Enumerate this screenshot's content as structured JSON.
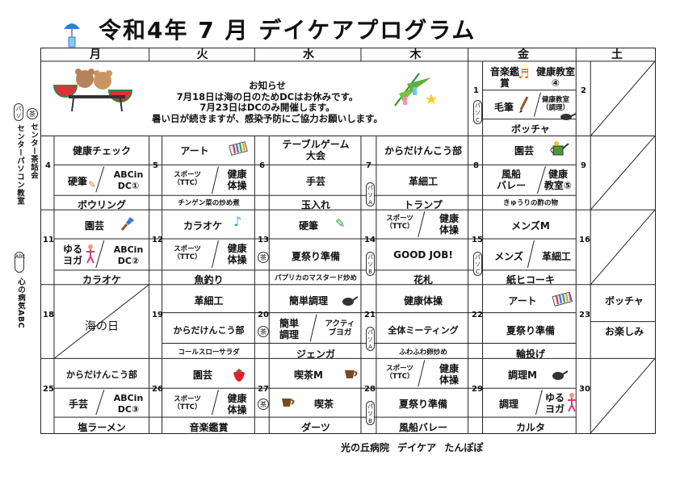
{
  "title": "令和4年 7 月  デイケアプログラム",
  "days": [
    "月",
    "火",
    "水",
    "木",
    "金",
    "土"
  ],
  "notice": {
    "heading": "お知らせ",
    "lines": [
      "7月18日は海の日のためDCはお休みです。",
      "7月23日はDCのみ開催します。",
      "暑い日が続きますが、感染予防にご協力お願いします。"
    ]
  },
  "side": {
    "papa": "パソ",
    "cha": "茶",
    "col1": "センター茶話会",
    "col2": "センターパソコン教室",
    "abc": "ABC",
    "col3": "心の病気ABC"
  },
  "week1": {
    "d1": "1",
    "d2": "2",
    "fri_a": "音楽鑑賞",
    "fri_b": "健康教室④",
    "fri_c": "毛筆",
    "fri_d1": "健康教室",
    "fri_d2": "（調理）",
    "fri_bot": "ボッチャ",
    "fri_badge": "パソC"
  },
  "week2": {
    "d4": "4",
    "d5": "5",
    "d6": "6",
    "d7": "7",
    "d8": "8",
    "d9": "9",
    "mon_top": "健康チェック",
    "mon_a": "硬筆",
    "mon_b1": "ABCin",
    "mon_b2": "DC①",
    "mon_bot": "ボウリング",
    "tue_top": "アート",
    "tue_a1": "スポーツ",
    "tue_a2": "（TTC）",
    "tue_b1": "健康",
    "tue_b2": "体操",
    "tue_bot": "チンゲン菜の炒め煮",
    "wed_top1": "テーブルゲーム",
    "wed_top2": "大会",
    "wed_mid": "手芸",
    "wed_bot": "玉入れ",
    "thu_top": "からだけんこう部",
    "thu_mid": "革細工",
    "thu_bot": "トランプ",
    "thu_badge": "パソA",
    "fri_top": "園芸",
    "fri_a1": "風船",
    "fri_a2": "バレー",
    "fri_b1": "健康",
    "fri_b2": "教室⑤",
    "fri_bot": "きゅうりの酢の物"
  },
  "week3": {
    "d11": "11",
    "d12": "12",
    "d13": "13",
    "d14": "14",
    "d15": "15",
    "d16": "16",
    "mon_top": "園芸",
    "mon_a1": "ゆる",
    "mon_a2": "ヨガ",
    "mon_b1": "ABCin",
    "mon_b2": "DC②",
    "mon_bot": "カラオケ",
    "tue_top": "カラオケ",
    "tue_a1": "スポーツ",
    "tue_a2": "（TTC）",
    "tue_b1": "健康",
    "tue_b2": "体操",
    "tue_bot": "魚釣り",
    "wed_top": "硬筆",
    "wed_mid": "夏祭り準備",
    "wed_bot": "パプリカのマスタード炒め",
    "wed_badge": "茶",
    "thu_a1": "スポーツ",
    "thu_a2": "（TTC）",
    "thu_b1": "健康",
    "thu_b2": "体操",
    "thu_mid": "GOOD JOB!",
    "thu_bot": "花札",
    "thu_badge": "パソB",
    "fri_top": "メンズM",
    "fri_a": "メンズ",
    "fri_b": "革細工",
    "fri_bot": "紙ヒコーキ",
    "fri_badge": "パソC"
  },
  "week4": {
    "d18": "18",
    "d19": "19",
    "d20": "20",
    "d21": "21",
    "d22": "22",
    "d23": "23",
    "mon_mid": "海の日",
    "tue_top": "革細工",
    "tue_mid": "からだけんこう部",
    "tue_bot": "コールスローサラダ",
    "wed_top": "簡単調理",
    "wed_a1": "簡単",
    "wed_a2": "調理",
    "wed_b1": "アクティ",
    "wed_b2": "ブヨガ",
    "wed_bot": "ジェンガ",
    "wed_badge": "茶",
    "thu_top": "健康体操",
    "thu_mid": "全体ミーティング",
    "thu_bot": "ふわふわ卵炒め",
    "thu_badge": "パソA",
    "fri_top": "アート",
    "fri_mid": "夏祭り準備",
    "fri_bot": "輪投げ",
    "sat_top": "ボッチャ",
    "sat_mid": "お楽しみ"
  },
  "week5": {
    "d25": "25",
    "d26": "26",
    "d27": "27",
    "d28": "28",
    "d29": "29",
    "d30": "30",
    "mon_top": "からだけんこう部",
    "mon_a": "手芸",
    "mon_b1": "ABCin",
    "mon_b2": "DC③",
    "mon_bot": "塩ラーメン",
    "tue_top": "園芸",
    "tue_a1": "スポーツ",
    "tue_a2": "（TTC）",
    "tue_b1": "健康",
    "tue_b2": "体操",
    "tue_bot": "音楽鑑賞",
    "wed_top": "喫茶M",
    "wed_mid": "喫茶",
    "wed_bot": "ダーツ",
    "wed_badge": "茶",
    "thu_a1": "スポーツ",
    "thu_a2": "（TTC）",
    "thu_b1": "健康",
    "thu_b2": "体操",
    "thu_mid": "夏祭り準備",
    "thu_bot": "風船バレー",
    "thu_badge": "パソB",
    "fri_top": "調理M",
    "fri_a": "調理",
    "fri_b1": "ゆる",
    "fri_b2": "ヨガ",
    "fri_bot": "カルタ"
  },
  "footer": "光の丘病院 デイケア たんぽぽ",
  "colors": {
    "line": "#222",
    "watermelon": "#e0303a",
    "rind": "#2e8b3a",
    "bear": "#b5835a"
  }
}
